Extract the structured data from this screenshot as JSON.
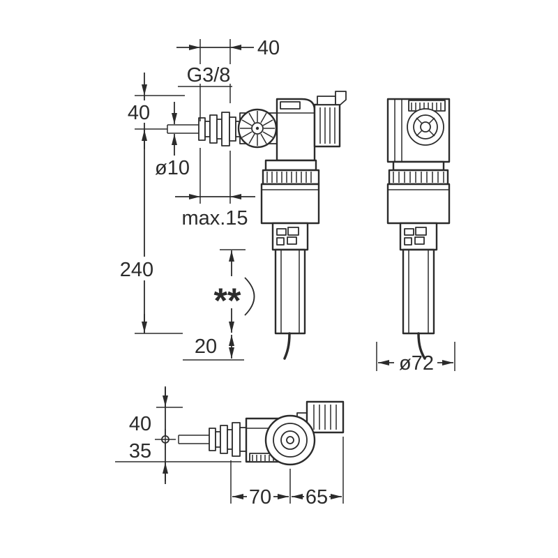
{
  "dimensions": {
    "top_width": "40",
    "thread_size": "G3/8",
    "inlet_offset": "40",
    "inlet_diameter": "ø10",
    "wall_thickness_max": "max.15",
    "total_height": "240",
    "footnote_marker": "**",
    "adjustment": "20",
    "body_diameter": "ø72",
    "top_view_upper": "40",
    "top_view_lower": "35",
    "length_inlet_to_center": "70",
    "length_center_to_connector": "65"
  },
  "colors": {
    "line": "#2b2b2b",
    "background": "#ffffff"
  }
}
